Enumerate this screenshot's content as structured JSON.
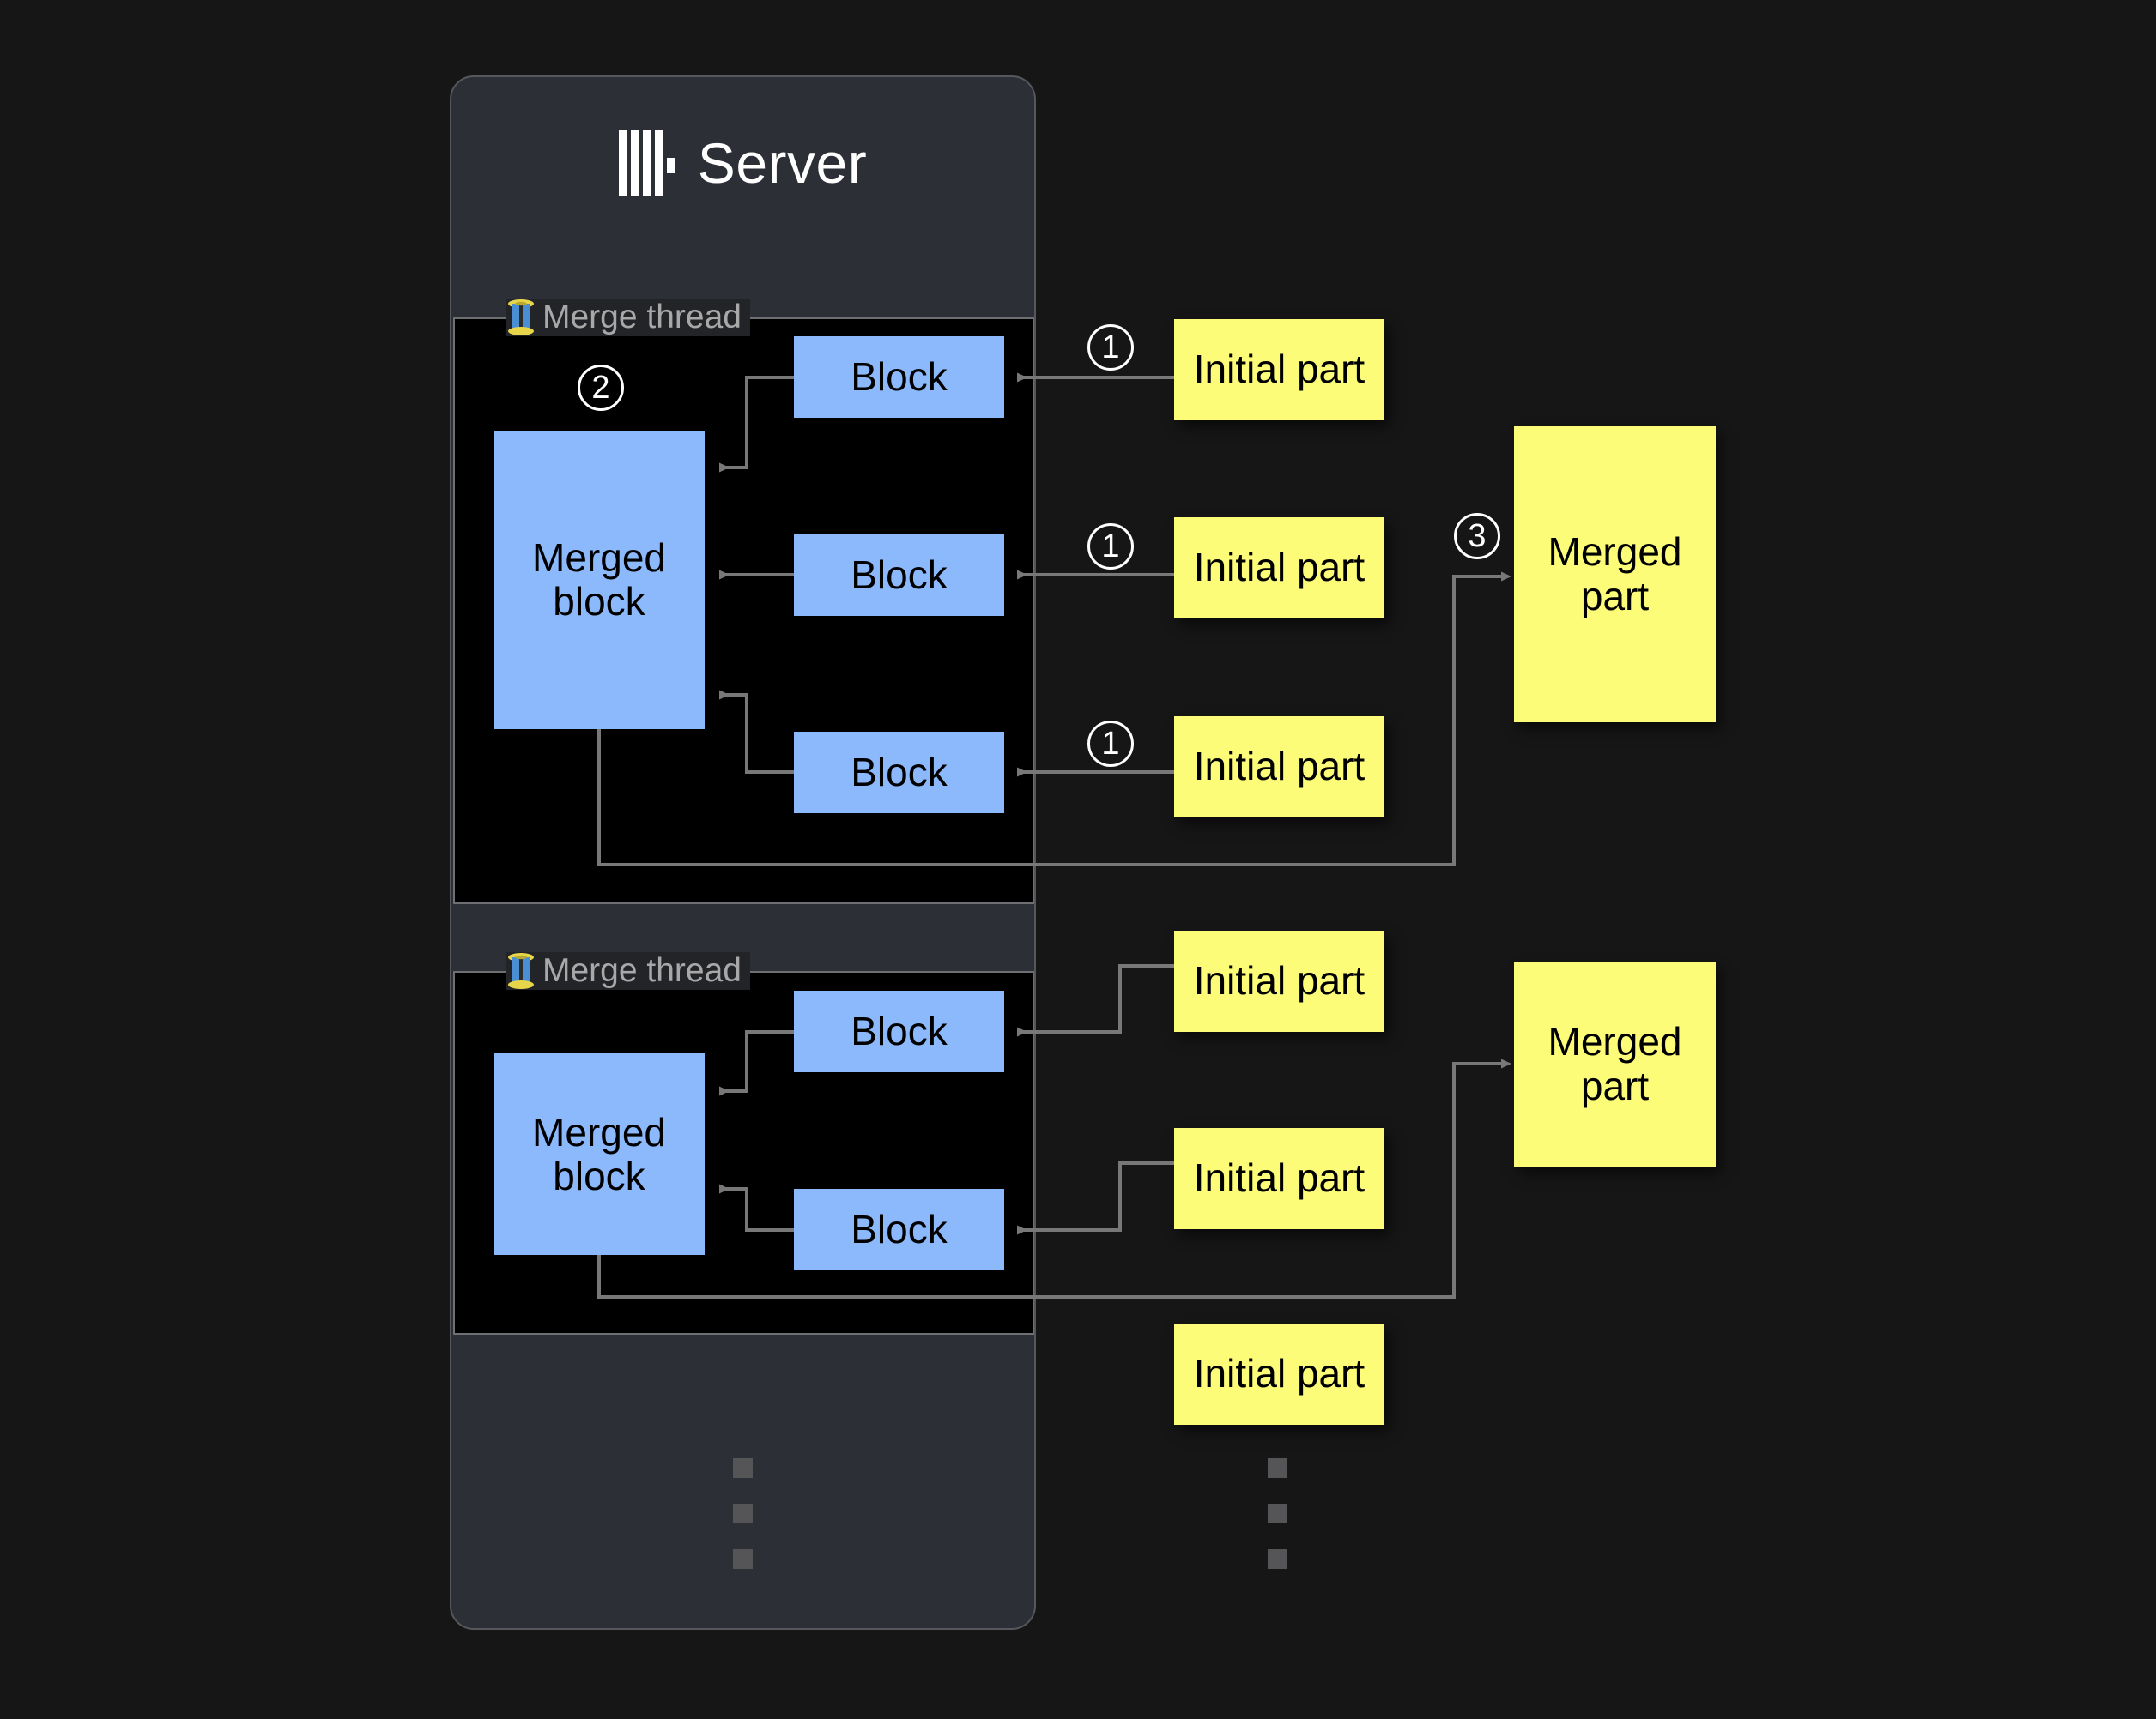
{
  "page": {
    "background_color": "#161616"
  },
  "server": {
    "title": "Server",
    "logo_icon": "clickhouse-logo-icon",
    "panel_color": "#2c2f36",
    "border_color": "#55575c"
  },
  "colors": {
    "block_blue": "#8cb9fc",
    "part_yellow": "#fcfc78",
    "connector_grey": "#787878",
    "thread_box_black": "#000000",
    "label_grey": "#a8a8a8"
  },
  "merge_threads": [
    {
      "label": "Merge thread",
      "icon": "thread-spool-icon",
      "merged_block_label": "Merged block",
      "blocks": [
        {
          "label": "Block"
        },
        {
          "label": "Block"
        },
        {
          "label": "Block"
        }
      ]
    },
    {
      "label": "Merge thread",
      "icon": "thread-spool-icon",
      "merged_block_label": "Merged block",
      "blocks": [
        {
          "label": "Block"
        },
        {
          "label": "Block"
        }
      ]
    }
  ],
  "initial_parts": [
    {
      "label": "Initial part"
    },
    {
      "label": "Initial part"
    },
    {
      "label": "Initial part"
    },
    {
      "label": "Initial part"
    },
    {
      "label": "Initial part"
    },
    {
      "label": "Initial part"
    }
  ],
  "merged_parts": [
    {
      "label": "Merged part"
    },
    {
      "label": "Merged part"
    }
  ],
  "steps": {
    "one": "①",
    "two": "②",
    "three": "③"
  },
  "step_labels": {
    "read_initial_part_into_block": "1",
    "merge_blocks": "2",
    "write_merged_part": "3"
  },
  "ellipsis": {
    "glyph": "…",
    "dot_count": 3
  }
}
